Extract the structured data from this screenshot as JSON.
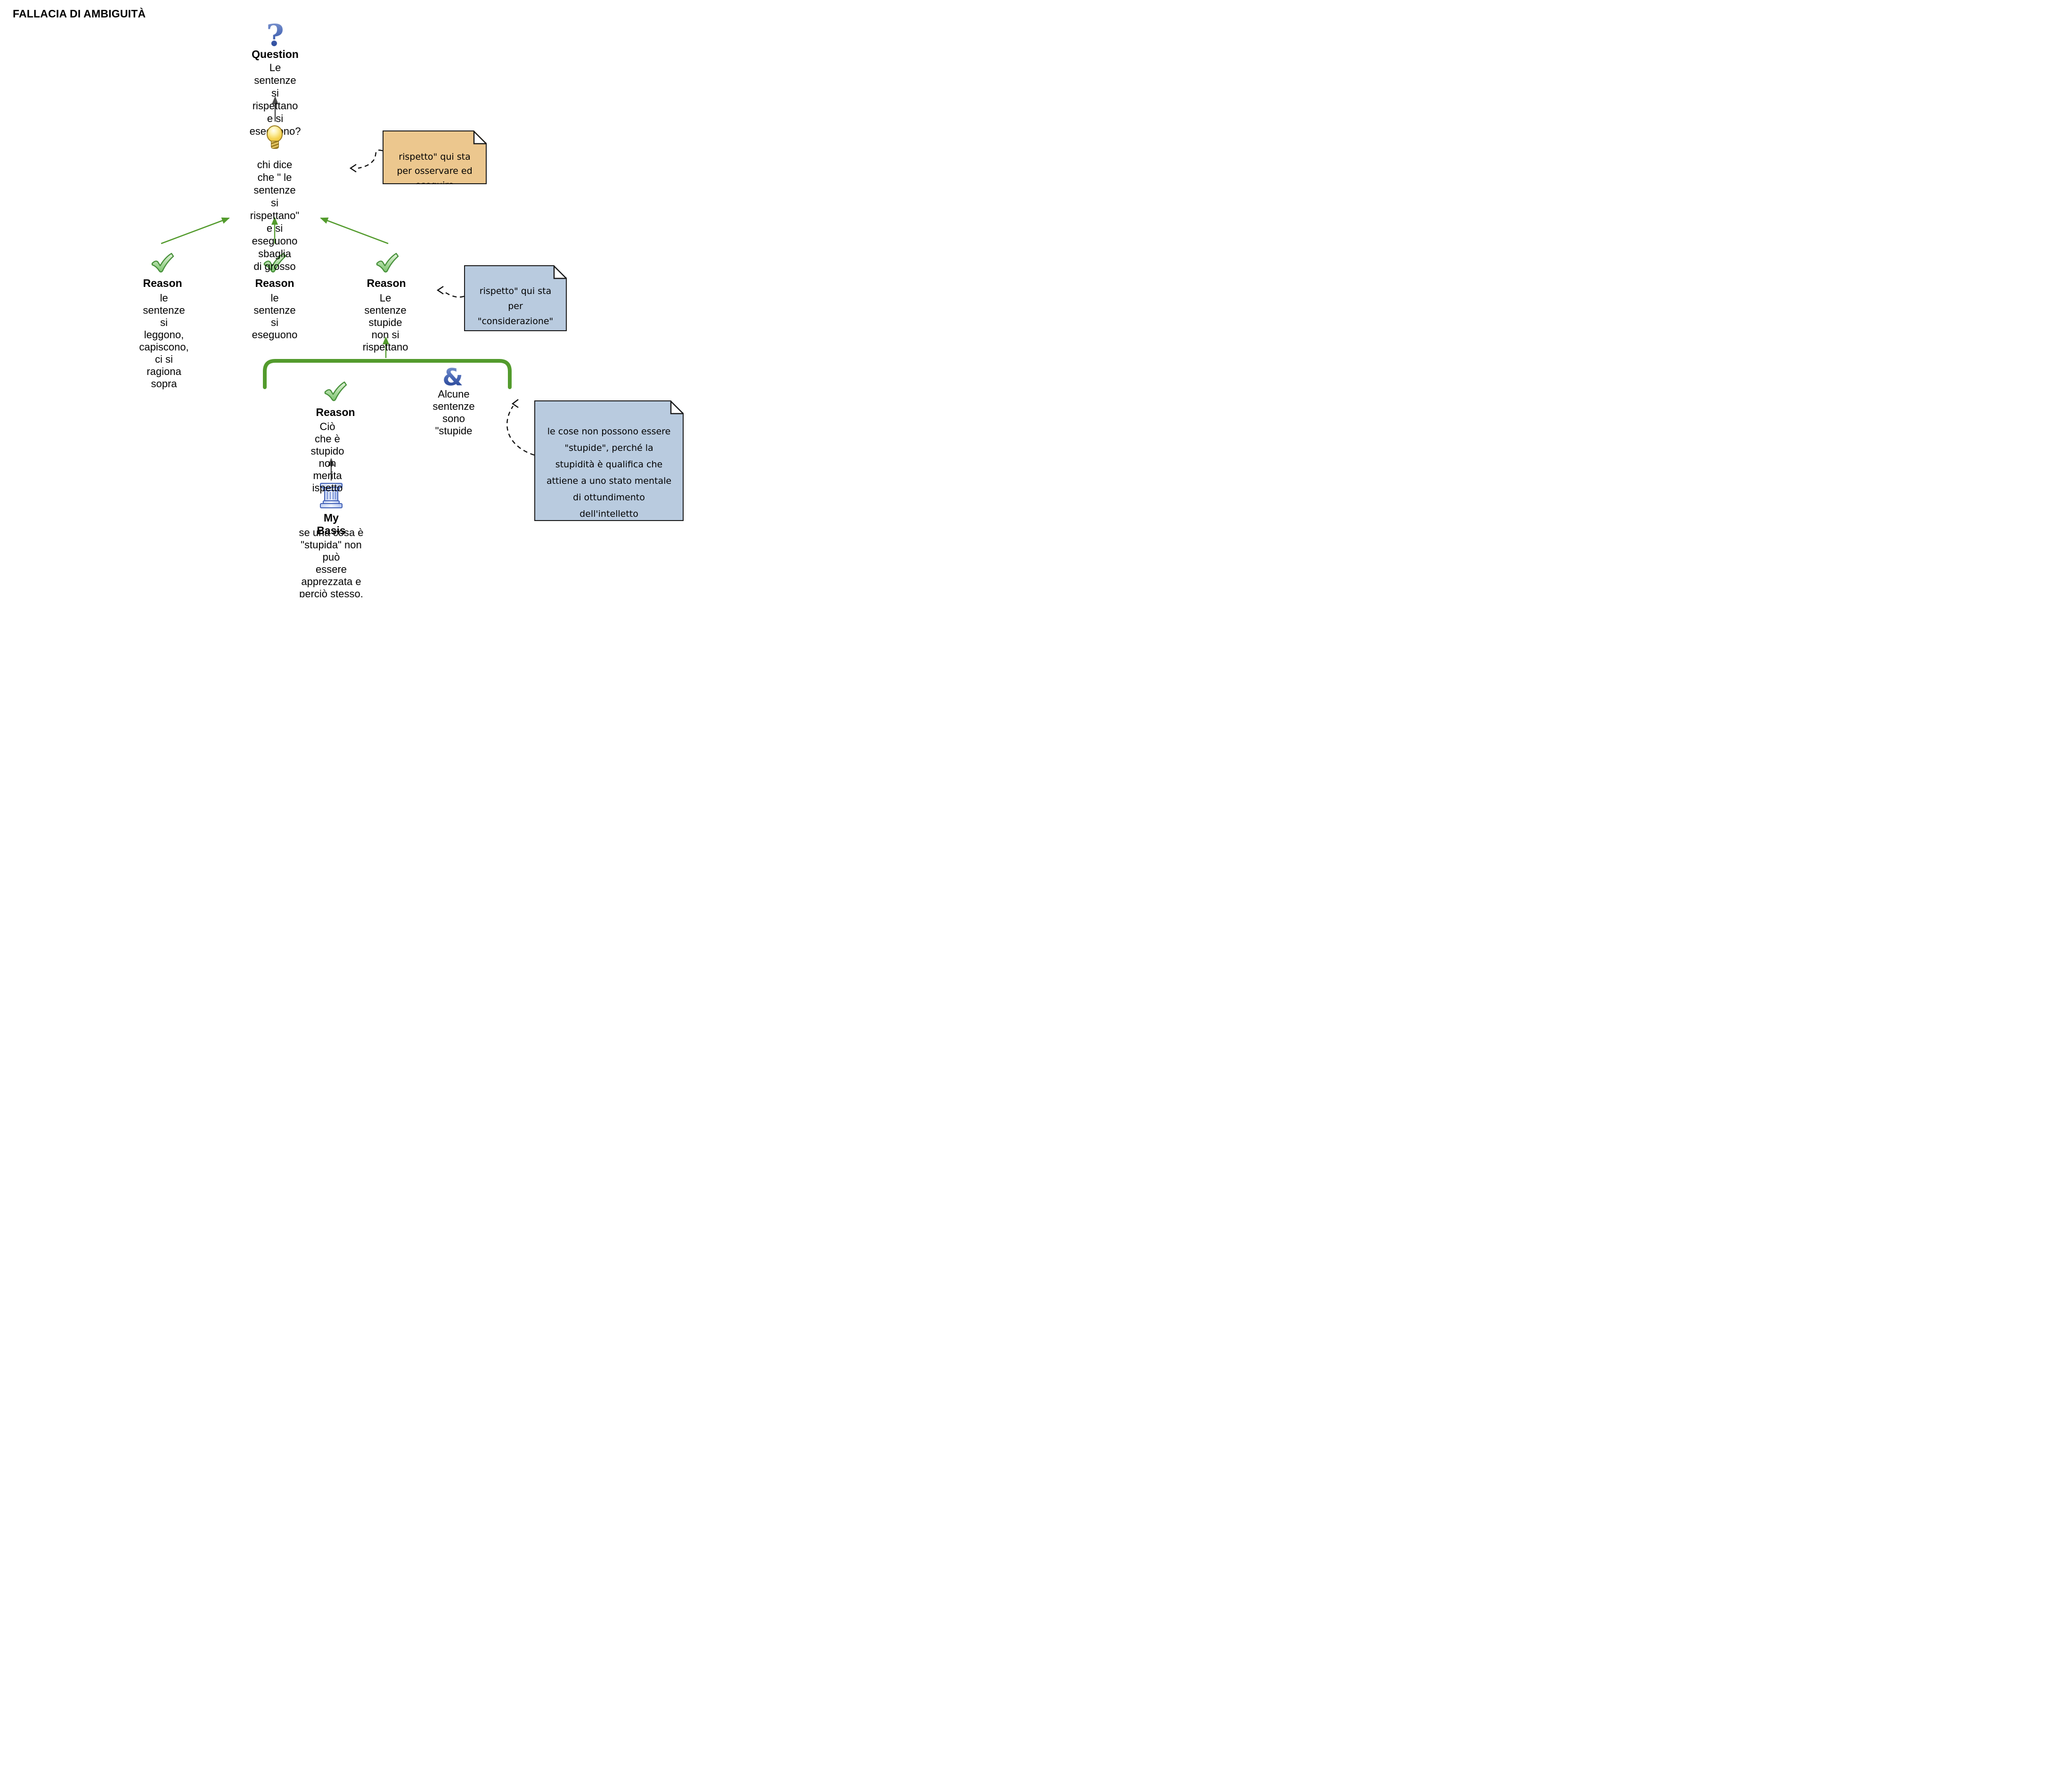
{
  "title": "FALLACIA DI AMBIGUITÀ",
  "question": {
    "label": "Question",
    "text": "Le sentenze si rispettano\ne si eseguono?"
  },
  "contention": {
    "text": "chi dice che \" le sentenze si\nrispettano\" e si eseguono sbaglia\ndi grosso"
  },
  "reasons": [
    {
      "label": "Reason",
      "text": "le sentenze si\nleggono,\ncapiscono, ci si\nragiona sopra"
    },
    {
      "label": "Reason",
      "text": "le sentenze si\neseguono"
    },
    {
      "label": "Reason",
      "text": "Le sentenze\nstupide non si\nrispettano"
    },
    {
      "label": "Reason",
      "text": "Ciò che è stupido non\nmerita\nispetto"
    }
  ],
  "conjunction": {
    "symbol": "&",
    "text": "Alcune sentenze\nsono \"stupide"
  },
  "basis": {
    "label": "My Basis",
    "text": "se una cosa è \"stupida\" non può\nessere apprezzata e perciò stesso,\nnon merita \"considerazione\",\nriconoscimento"
  },
  "notes": [
    {
      "text": "rispetto\" qui sta\nper osservare ed\neseguire",
      "color": "#ecc78e"
    },
    {
      "text": "rispetto\" qui sta\nper\n\"considerazione\"\n\"onore",
      "color": "#b9cbdf"
    },
    {
      "text": "le cose non possono essere\n\"stupide\", perché la\nstupidità è qualifica che\nattiene a uno stato mentale\ndi ottundimento\ndell'intelletto",
      "color": "#b9cbdf"
    }
  ],
  "icons": {
    "question_symbol": "?",
    "and_symbol": "&"
  },
  "colors": {
    "arrow_green": "#539b2d",
    "arrow_gray": "#4d4d4d",
    "connector_black": "#111111",
    "note_orange": "#ecc78e",
    "note_blue": "#b9cbdf",
    "icon_blue": "#3a57a7",
    "check_green": "#8ccb7f"
  }
}
